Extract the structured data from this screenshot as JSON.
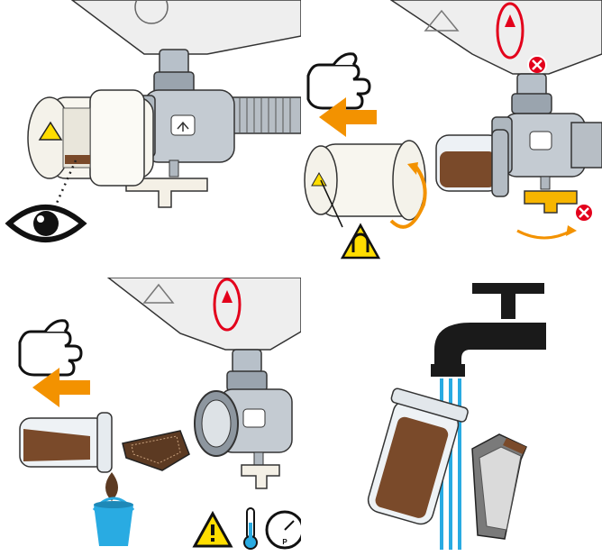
{
  "panels": [
    {
      "id": "inspect",
      "icons": [
        "filter-body",
        "warning-hot-icon",
        "eye-icon",
        "ball-valve"
      ]
    },
    {
      "id": "remove",
      "icons": [
        "hand-icon",
        "arrow-left-icon",
        "rotate-arrow-icon",
        "magnet-warning-icon",
        "close-mark-icon",
        "valve-handle"
      ]
    },
    {
      "id": "empty",
      "icons": [
        "hand-icon",
        "arrow-left-icon",
        "bucket-icon",
        "drop-icon",
        "mesh-insert"
      ]
    },
    {
      "id": "rinse",
      "icons": [
        "faucet-icon",
        "water-stream",
        "filter-bowl",
        "mesh-insert"
      ]
    }
  ],
  "gauge": {
    "label": "P"
  },
  "colors": {
    "orange": "#F39200",
    "red": "#E3001B",
    "yellow": "#FFDD00",
    "blue": "#29ABE2",
    "black": "#1A1A1A",
    "pipe": "#A9B3BD",
    "sediment": "#7A4A2A"
  }
}
